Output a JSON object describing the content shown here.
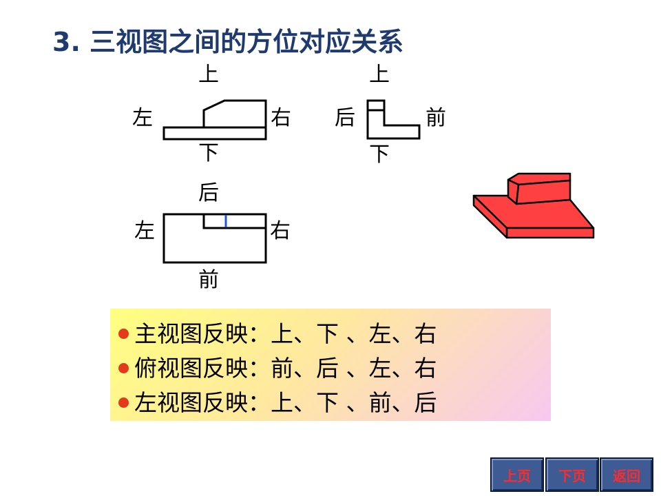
{
  "title": "3. 三视图之间的方位对应关系",
  "front_view": {
    "top": "上",
    "bottom": "下",
    "left": "左",
    "right": "右"
  },
  "side_view": {
    "top": "上",
    "bottom": "下",
    "left": "后",
    "right": "前"
  },
  "top_view": {
    "top": "后",
    "bottom": "前",
    "left": "左",
    "right": "右"
  },
  "summary": [
    "主视图反映：上、下 、左、右",
    "俯视图反映：前、后 、左、右",
    "左视图反映：上、下 、前、后"
  ],
  "colors": {
    "title": "#1f3a6e",
    "solid": "#ff4040",
    "bullet": "#e23a1a",
    "nav_bg": "#3f5b94",
    "nav_text": "#ff2a2a"
  },
  "nav": {
    "prev": "上页",
    "next": "下页",
    "back": "返回"
  }
}
